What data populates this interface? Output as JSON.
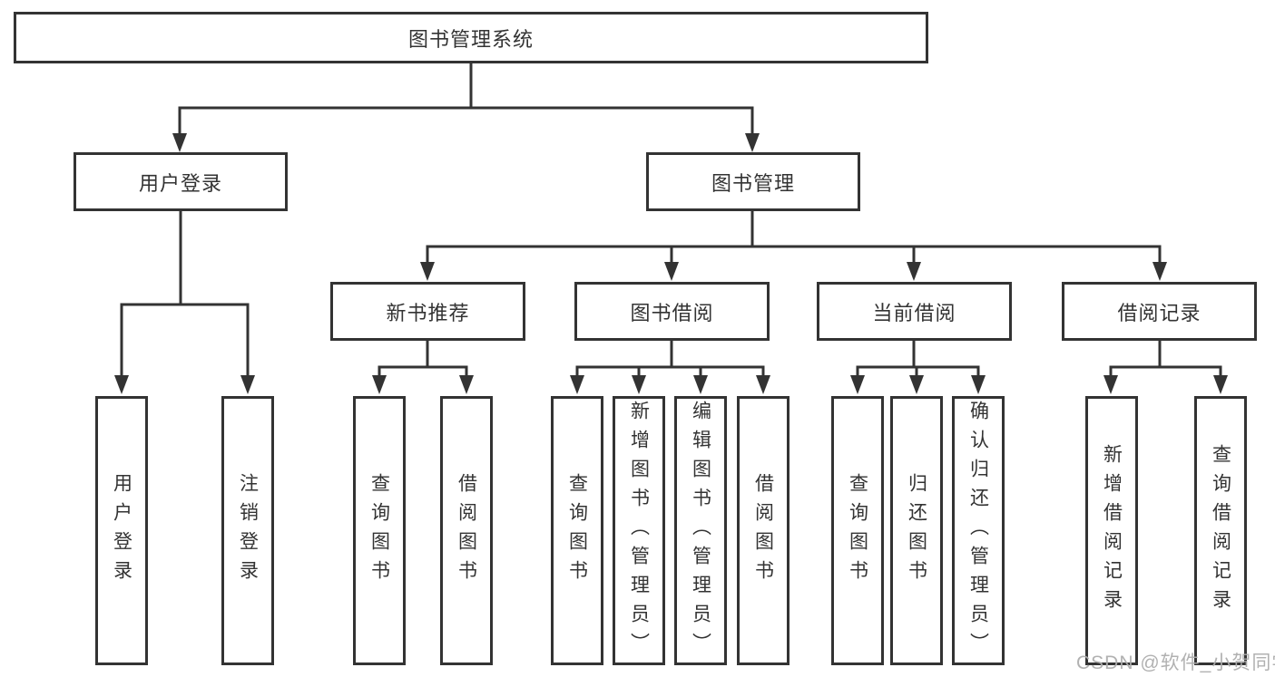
{
  "tree": {
    "label": "图书管理系统",
    "children": [
      {
        "label": "用户登录",
        "children": [
          {
            "label": "用户登录"
          },
          {
            "label": "注销登录"
          }
        ]
      },
      {
        "label": "图书管理",
        "children": [
          {
            "label": "新书推荐",
            "children": [
              {
                "label": "查询图书"
              },
              {
                "label": "借阅图书"
              }
            ]
          },
          {
            "label": "图书借阅",
            "children": [
              {
                "label": "查询图书"
              },
              {
                "label": "新增图书（管理员）"
              },
              {
                "label": "编辑图书（管理员）"
              },
              {
                "label": "借阅图书"
              }
            ]
          },
          {
            "label": "当前借阅",
            "children": [
              {
                "label": "查询图书"
              },
              {
                "label": "归还图书"
              },
              {
                "label": "确认归还（管理员）"
              }
            ]
          },
          {
            "label": "借阅记录",
            "children": [
              {
                "label": "新增借阅记录"
              },
              {
                "label": "查询借阅记录"
              }
            ]
          }
        ]
      }
    ]
  },
  "watermark": {
    "text": "CSDN @软件_小贺同学"
  },
  "colors": {
    "line": "#333333",
    "text": "#333333",
    "box_background": "#ffffff",
    "watermark": "#adadad",
    "page_background": "#ffffff"
  }
}
